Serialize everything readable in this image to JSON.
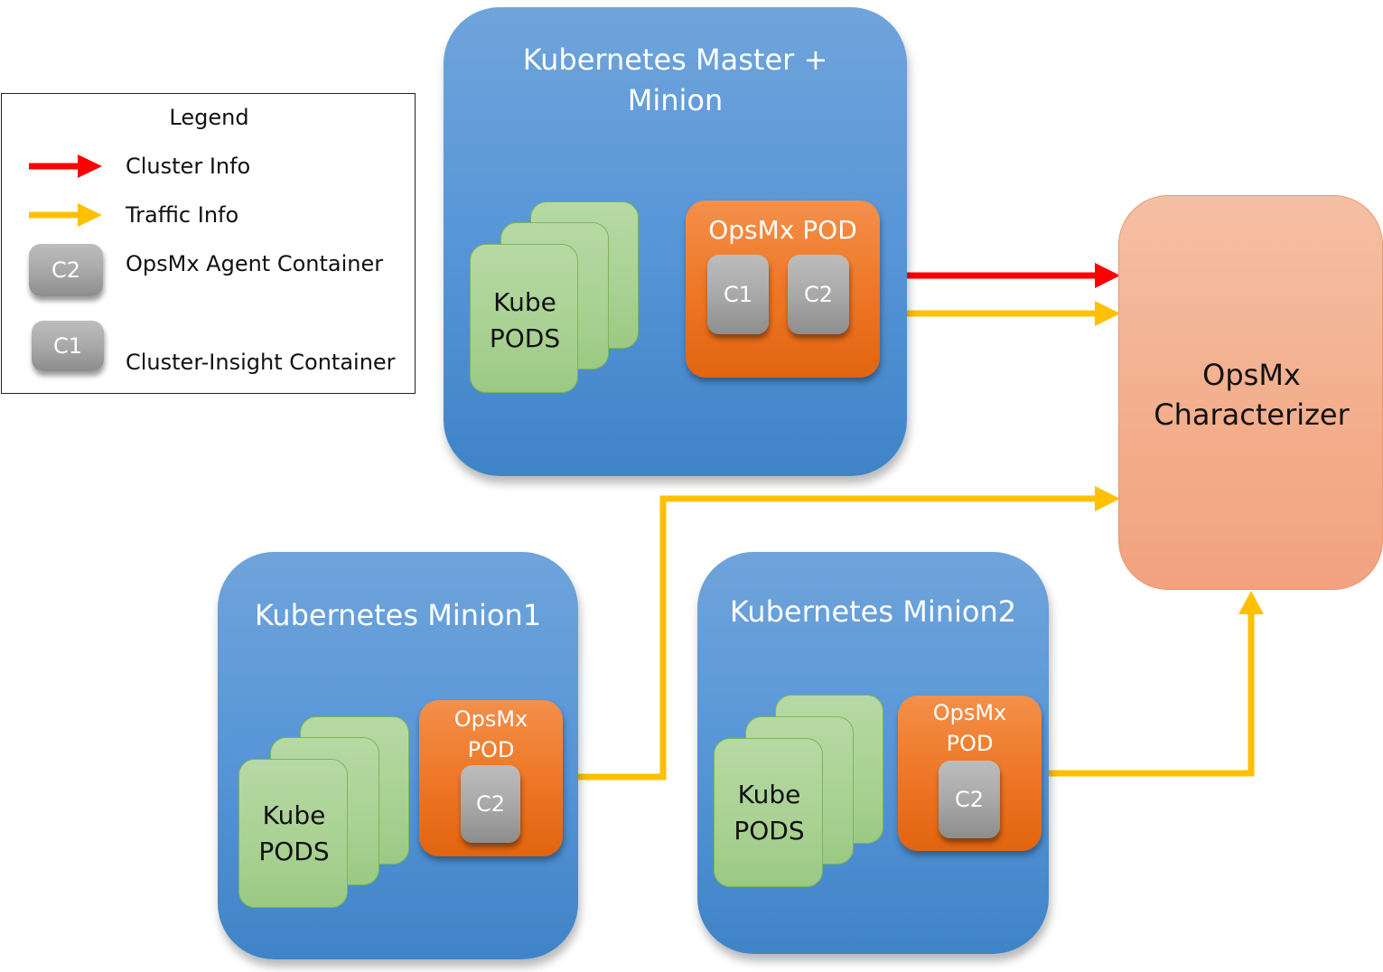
{
  "legend": {
    "title": "Legend",
    "items": [
      {
        "label": "Cluster Info",
        "color": "#ff0000"
      },
      {
        "label": "Traffic Info",
        "color": "#ffc000"
      },
      {
        "chip": "C2",
        "label": "OpsMx Agent Container"
      },
      {
        "chip": "C1",
        "label": "Cluster-Insight Container"
      }
    ]
  },
  "master": {
    "title_line1": "Kubernetes Master +",
    "title_line2": "Minion",
    "kube_line1": "Kube",
    "kube_line2": "PODS",
    "pod_title": "OpsMx POD",
    "c1": "C1",
    "c2": "C2"
  },
  "minion1": {
    "title": "Kubernetes Minion1",
    "kube_line1": "Kube",
    "kube_line2": "PODS",
    "pod_line1": "OpsMx",
    "pod_line2": "POD",
    "c2": "C2"
  },
  "minion2": {
    "title": "Kubernetes Minion2",
    "kube_line1": "Kube",
    "kube_line2": "PODS",
    "pod_line1": "OpsMx",
    "pod_line2": "POD",
    "c2": "C2"
  },
  "characterizer": {
    "line1": "OpsMx",
    "line2": "Characterizer"
  },
  "colors": {
    "cluster_info": "#ff0000",
    "traffic_info": "#ffc000",
    "node_blue": "#5b9bd5",
    "pod_orange": "#ed7d31",
    "kube_green": "#a9d18e",
    "characterizer_salmon": "#f4b183"
  }
}
